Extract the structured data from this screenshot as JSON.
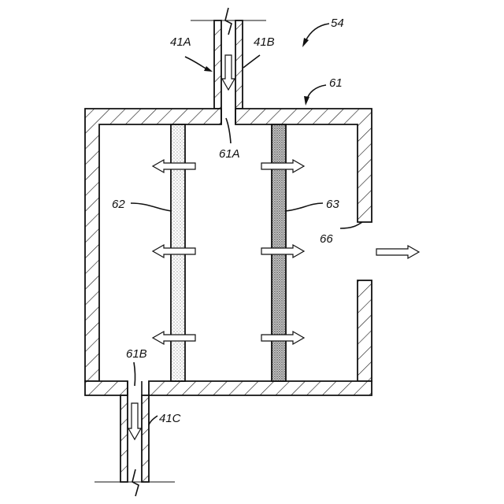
{
  "labels": {
    "system": "54",
    "pipe_left": "41A",
    "pipe_right": "41B",
    "housing": "61",
    "inlet": "61A",
    "filter_left": "62",
    "filter_right": "63",
    "outlet_side": "66",
    "drain": "61B",
    "drain_pipe": "41C"
  }
}
